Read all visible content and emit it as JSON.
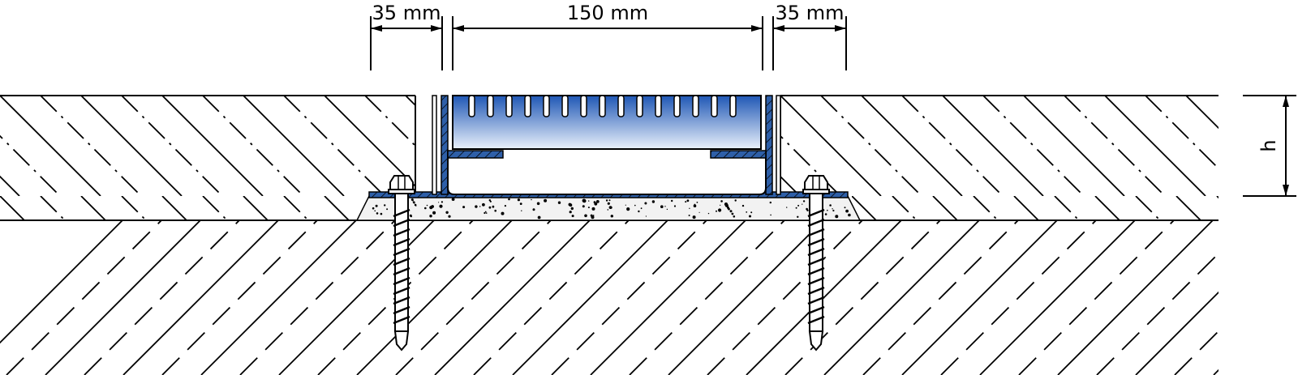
{
  "dimensions": {
    "left_margin": "35 mm",
    "channel_width": "150 mm",
    "right_margin": "35 mm",
    "height": "h"
  },
  "colors": {
    "profile": "#2e5fa8",
    "grate_top": "#1f57b5",
    "grate_bottom": "#eaf1fb",
    "line": "#000000"
  }
}
